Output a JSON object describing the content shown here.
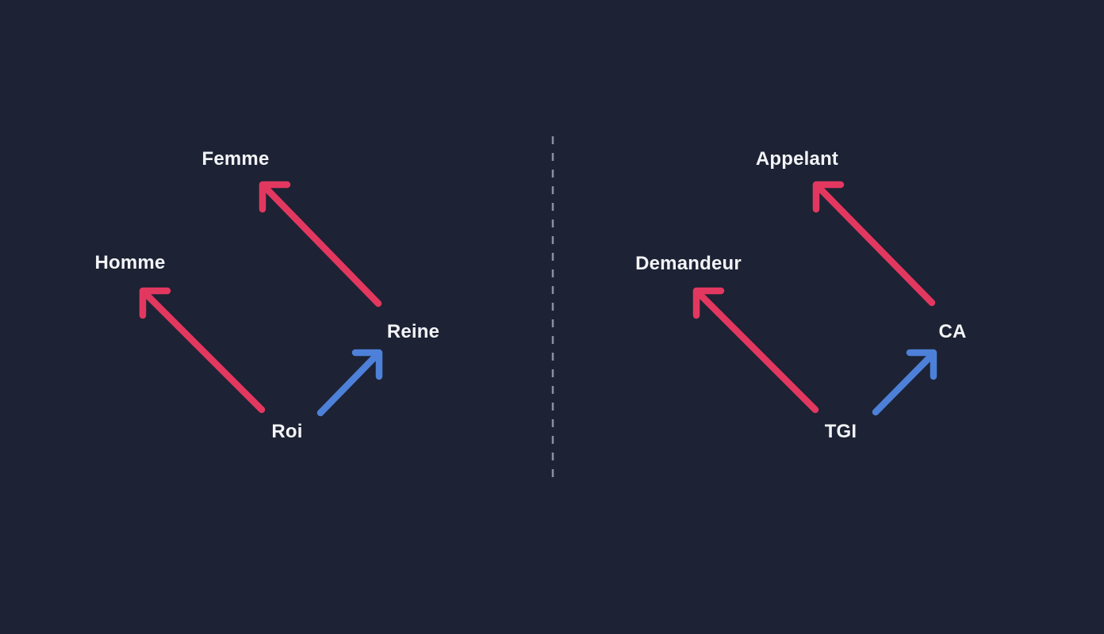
{
  "colors": {
    "background": "#1d2234",
    "arrow_red": "#e23860",
    "arrow_blue": "#4d80d8",
    "divider": "#8b90a0",
    "label_text": "#f2f4f7"
  },
  "left_panel": {
    "nodes": {
      "top": "Femme",
      "left": "Homme",
      "right": "Reine",
      "bottom": "Roi"
    },
    "arrows": [
      {
        "from": "Roi",
        "to": "Homme",
        "color": "red"
      },
      {
        "from": "Reine",
        "to": "Femme",
        "color": "red"
      },
      {
        "from": "Roi",
        "to": "Reine",
        "color": "blue"
      }
    ]
  },
  "right_panel": {
    "nodes": {
      "top": "Appelant",
      "left": "Demandeur",
      "right": "CA",
      "bottom": "TGI"
    },
    "arrows": [
      {
        "from": "TGI",
        "to": "Demandeur",
        "color": "red"
      },
      {
        "from": "CA",
        "to": "Appelant",
        "color": "red"
      },
      {
        "from": "TGI",
        "to": "CA",
        "color": "blue"
      }
    ]
  }
}
